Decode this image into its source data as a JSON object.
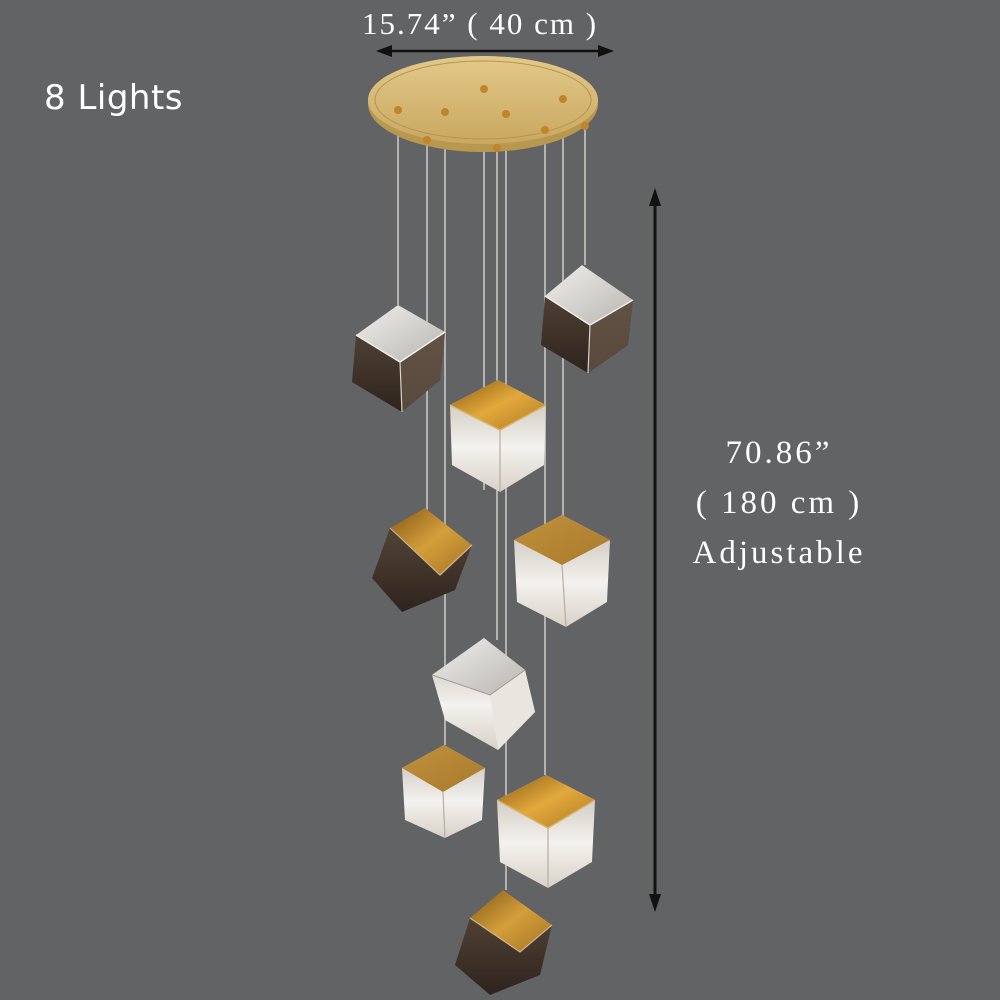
{
  "product": {
    "light_count_label": "8 Lights",
    "light_count": 8
  },
  "dimensions": {
    "width_label": "15.74” ( 40 cm )",
    "width_in": "15.74”",
    "width_cm": "40 cm",
    "height_line1": "70.86”",
    "height_line2": "( 180 cm )",
    "height_line3": "Adjustable"
  },
  "colors": {
    "background": "#626365",
    "canopy_gold": "#d4b46c",
    "text": "#ffffff",
    "arrow": "#111111",
    "gold_interior": "#c8922e",
    "smoke_glass": "#4a3d33",
    "clear_glass": "#e8e6e2"
  },
  "pendants": [
    {
      "name": "smoke-cube-upper-left",
      "finish": "silver-smoke"
    },
    {
      "name": "smoke-cube-upper-right",
      "finish": "silver-smoke"
    },
    {
      "name": "gold-open-cube-center",
      "finish": "gold-clear"
    },
    {
      "name": "smoke-gold-cube-mid-left",
      "finish": "gold-smoke"
    },
    {
      "name": "gold-top-cube-mid-right",
      "finish": "gold-clear"
    },
    {
      "name": "silver-cube-center",
      "finish": "silver-clear"
    },
    {
      "name": "gold-top-cube-lower-left",
      "finish": "gold-clear"
    },
    {
      "name": "gold-open-cube-lower-right",
      "finish": "gold-clear"
    },
    {
      "name": "smoke-gold-cube-bottom",
      "finish": "gold-smoke"
    }
  ]
}
